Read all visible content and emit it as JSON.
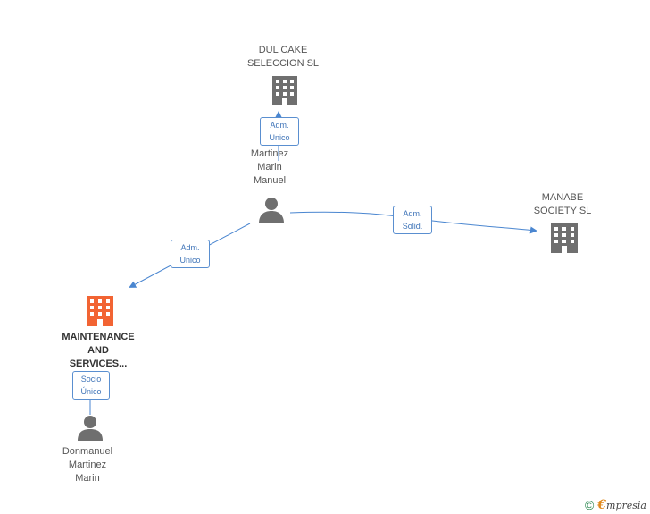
{
  "nodes": {
    "dul_cake": {
      "label": "DUL CAKE\nSELECCION SL",
      "type": "company",
      "color": "#6f6f6f"
    },
    "martinez": {
      "label": "Martinez\nMarin\nManuel",
      "type": "person",
      "color": "#6f6f6f"
    },
    "manabe": {
      "label": "MANABE\nSOCIETY  SL",
      "type": "company",
      "color": "#6f6f6f"
    },
    "maintenance": {
      "label": "MAINTENANCE\nAND\nSERVICES...",
      "type": "company",
      "color": "#f26433"
    },
    "donmanuel": {
      "label": "Donmanuel\nMartinez\nMarin",
      "type": "person",
      "color": "#6f6f6f"
    }
  },
  "edges": {
    "e1": {
      "label": "Adm.\nUnico"
    },
    "e2": {
      "label": "Adm.\nSolid."
    },
    "e3": {
      "label": "Adm.\nUnico"
    },
    "e4": {
      "label": "Socio\nÚnico"
    }
  },
  "colors": {
    "edge": "#4a86d0",
    "label_border": "#5a8fd0",
    "label_text": "#3f74b8"
  },
  "footer": {
    "copyright": "©",
    "brand_initial": "€",
    "brand_rest": "mpresia"
  }
}
